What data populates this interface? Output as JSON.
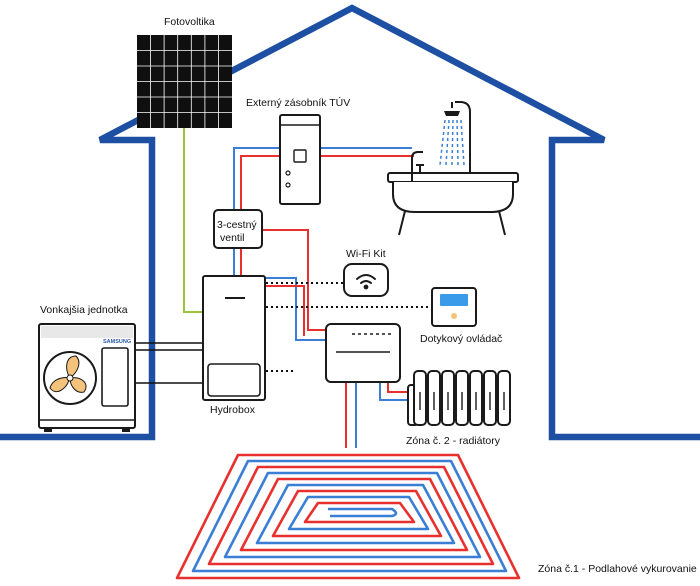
{
  "labels": {
    "pv": "Fotovoltika",
    "tank": "Externý zásobník TÚV",
    "valve_line1": "3-cestný",
    "valve_line2": "ventil",
    "wifi": "Wi-Fi Kit",
    "controller": "Dotykový ovládač",
    "outdoor": "Vonkajšia jednotka",
    "brand": "SAMSUNG",
    "hydrobox": "Hydrobox",
    "zone2": "Zóna č. 2 - radiátory",
    "zone1": "Zóna č.1 - Podlahové vykurovanie"
  },
  "icons": {
    "fan": "fan-icon",
    "wifi": "wifi-icon",
    "shower": "shower-icon"
  },
  "colors": {
    "house_outline": "#1d4fa3",
    "pipe_hot": "#e8312f",
    "pipe_cold": "#3a7fd5",
    "pv_cable": "#9cc43b",
    "outline": "#1a1a1a",
    "fan_blade": "#f4c27a"
  }
}
